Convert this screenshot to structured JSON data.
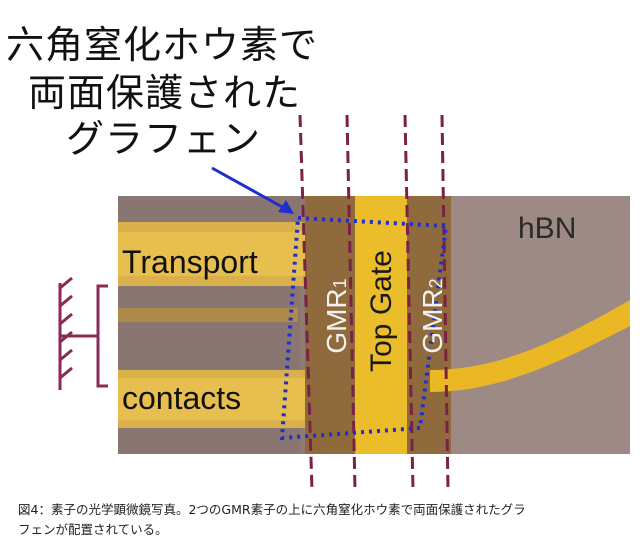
{
  "title": {
    "line1": "六角窒化ホウ素で",
    "line2": "両面保護された",
    "line3": "グラフェン"
  },
  "labels": {
    "transport": "Transport",
    "contacts": "contacts",
    "hbn": "hBN",
    "gmr1": "GMR",
    "gmr1_sub": "1",
    "top_gate": "Top Gate",
    "gmr2": "GMR",
    "gmr2_sub": "2"
  },
  "caption": {
    "line1": "図4：素子の光学顕微鏡写真。2つのGMR素子の上に六角窒化ホウ素で両面保護されたグラ",
    "line2": "フェンが配置されている。"
  },
  "colors": {
    "substrate": "#8a7670",
    "hbn": "#9b8782",
    "contact_gold": "#d7ac38",
    "contact_yellow": "#f0c52a",
    "gmr_strip": "#8f6a3c",
    "top_gate": "#e9b824",
    "dashed_line": "#7a2244",
    "outline_dots": "#1f2fcf",
    "arrow": "#1f2fcf",
    "ground_symbol": "#8a2a55"
  }
}
